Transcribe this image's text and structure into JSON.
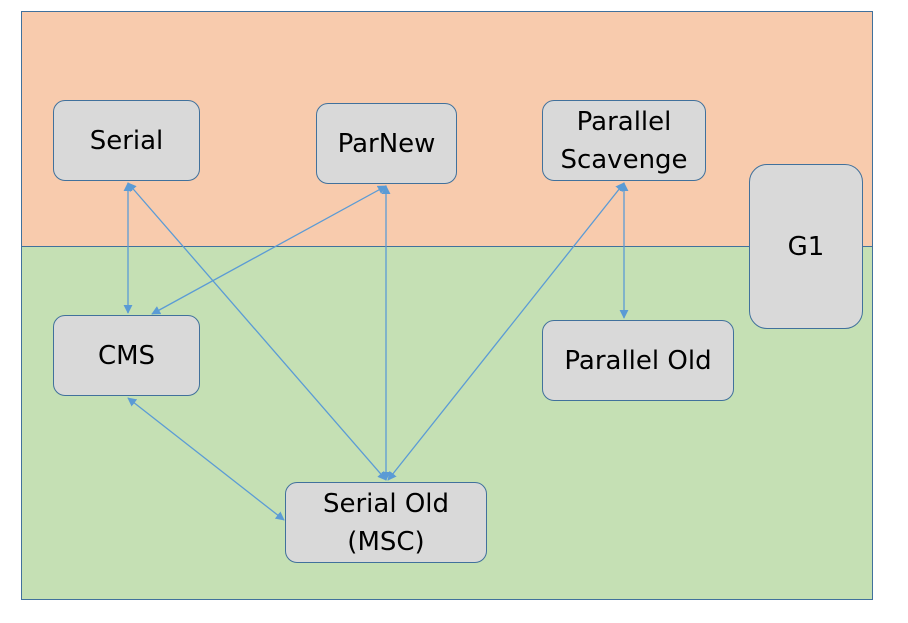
{
  "diagram": {
    "colors": {
      "young_region": "#f8cbad",
      "old_region": "#c5e0b4",
      "node_fill": "#d9d9d9",
      "border": "#41719c",
      "edge": "#5b9bd5"
    },
    "nodes": {
      "serial": "Serial",
      "parnew": "ParNew",
      "parallel_scavenge": "Parallel\nScavenge",
      "g1": "G1",
      "cms": "CMS",
      "parallel_old": "Parallel Old",
      "serial_old": "Serial Old\n(MSC)"
    },
    "connections": [
      {
        "from": "serial",
        "to": "cms"
      },
      {
        "from": "serial",
        "to": "serial_old"
      },
      {
        "from": "parnew",
        "to": "cms"
      },
      {
        "from": "parnew",
        "to": "serial_old"
      },
      {
        "from": "parallel_scavenge",
        "to": "serial_old"
      },
      {
        "from": "parallel_scavenge",
        "to": "parallel_old"
      },
      {
        "from": "cms",
        "to": "serial_old"
      }
    ]
  }
}
